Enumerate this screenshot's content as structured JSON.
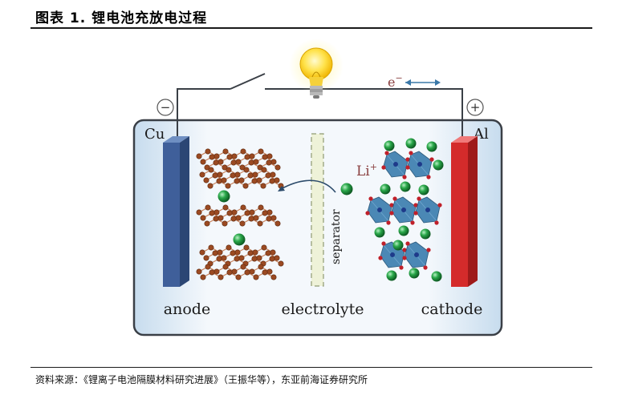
{
  "header": {
    "title": "图表 1.   锂电池充放电过程"
  },
  "footer": {
    "source": "资料来源：《锂离子电池隔膜材料研究进展》（王振华等），东亚前海证券研究所"
  },
  "diagram": {
    "labels": {
      "cu": "Cu",
      "al": "Al",
      "anode": "anode",
      "electrolyte": "electrolyte",
      "cathode": "cathode",
      "separator": "separator",
      "electron": "e",
      "electron_sup": "−",
      "lithium": "Li",
      "lithium_sup": "+",
      "minus": "−",
      "plus": "+"
    },
    "colors": {
      "anode_electrode": "#3f5f9a",
      "cathode_electrode": "#d42b2b",
      "graphite": "#9b4a22",
      "lithium_ion": "#2aa84a",
      "octahedra": "#3d7fb0",
      "separator": "#eef2d8",
      "frame": "#3a3f46"
    }
  }
}
